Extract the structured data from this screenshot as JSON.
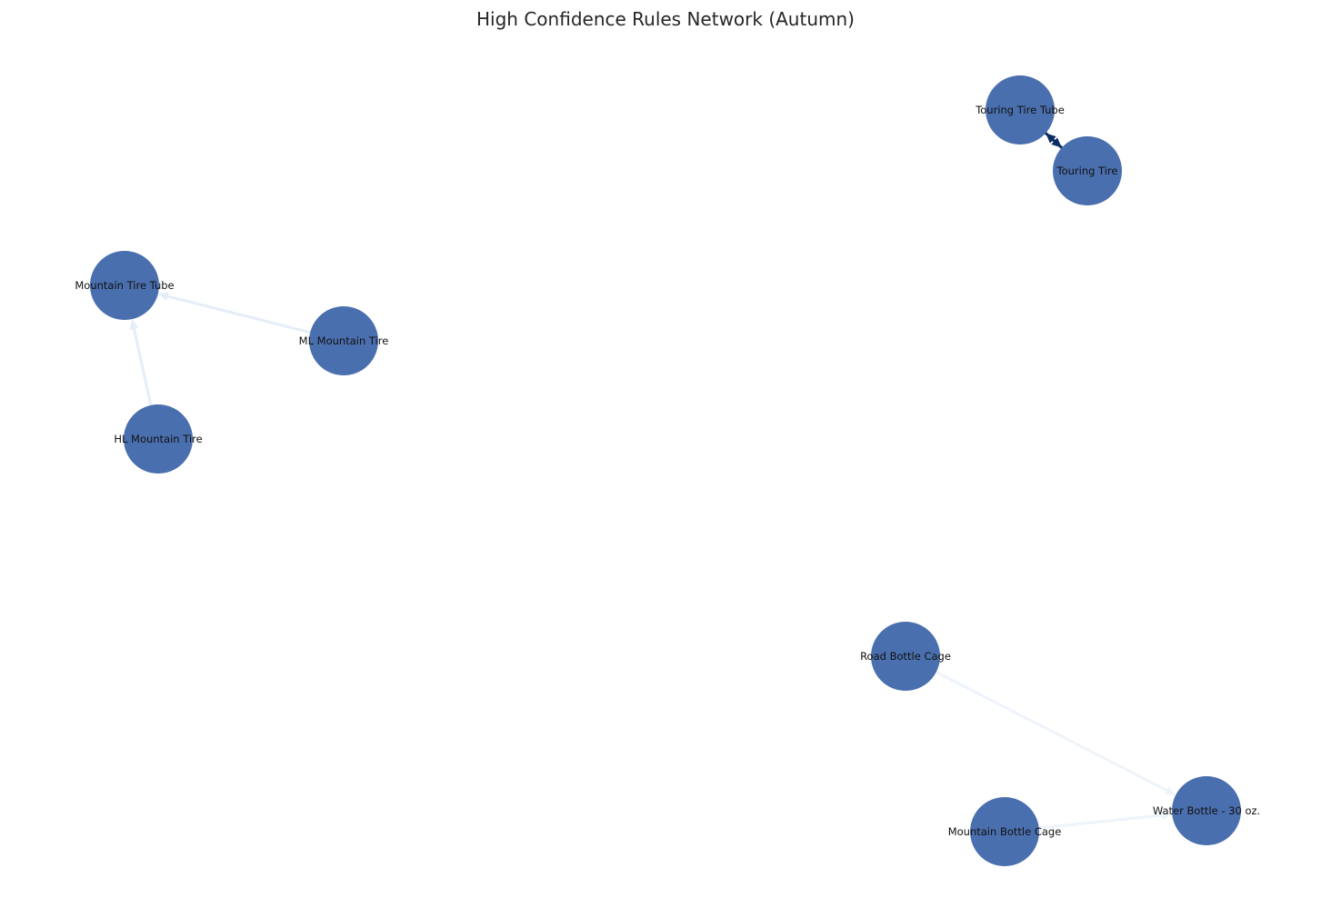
{
  "title": "High Confidence Rules Network (Autumn)",
  "colors": {
    "node_fill": "#4a6fae",
    "edge_light": "#e4edf8",
    "edge_lighter": "#eef4fb",
    "edge_strong": "#0b2d64",
    "label": "#111111"
  },
  "nodes": [
    {
      "id": "touring_tire_tube",
      "label": "Touring Tire Tube"
    },
    {
      "id": "touring_tire",
      "label": "Touring Tire"
    },
    {
      "id": "mountain_tire_tube",
      "label": "Mountain Tire Tube"
    },
    {
      "id": "ml_mountain_tire",
      "label": "ML Mountain Tire"
    },
    {
      "id": "hl_mountain_tire",
      "label": "HL Mountain Tire"
    },
    {
      "id": "road_bottle_cage",
      "label": "Road Bottle Cage"
    },
    {
      "id": "water_bottle_30oz",
      "label": "Water Bottle - 30 oz."
    },
    {
      "id": "mountain_bottle_cage",
      "label": "Mountain Bottle Cage"
    }
  ],
  "edges": [
    {
      "from": "ml_mountain_tire",
      "to": "mountain_tire_tube",
      "strength": "light"
    },
    {
      "from": "hl_mountain_tire",
      "to": "mountain_tire_tube",
      "strength": "light"
    },
    {
      "from": "touring_tire",
      "to": "touring_tire_tube",
      "strength": "strong"
    },
    {
      "from": "touring_tire_tube",
      "to": "touring_tire",
      "strength": "strong"
    },
    {
      "from": "road_bottle_cage",
      "to": "water_bottle_30oz",
      "strength": "lighter"
    },
    {
      "from": "mountain_bottle_cage",
      "to": "water_bottle_30oz",
      "strength": "lighter"
    }
  ]
}
